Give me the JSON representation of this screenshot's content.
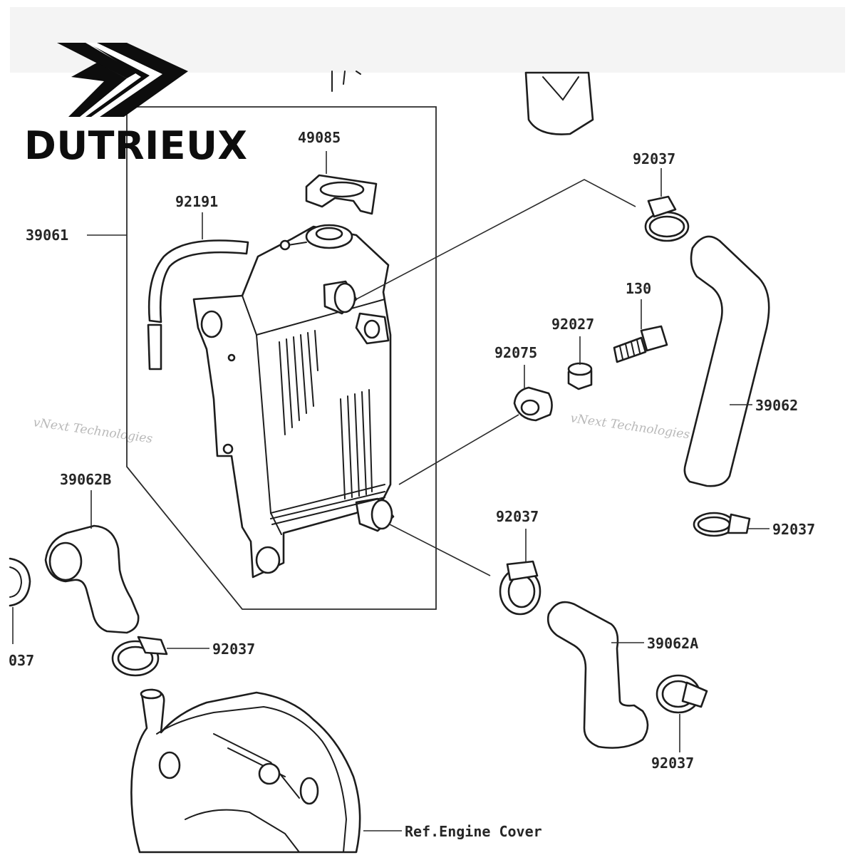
{
  "brand": {
    "name": "DUTRIEUX"
  },
  "watermark": {
    "text": "vNext Technologies"
  },
  "diagram": {
    "labels": {
      "p49085": "49085",
      "p92191": "92191",
      "p39061": "39061",
      "p92037_a": "92037",
      "p130": "130",
      "p92027": "92027",
      "p92075": "92075",
      "p39062": "39062",
      "p39062B": "39062B",
      "p92037_b": "92037",
      "p92037_c": "92037",
      "p037_cut": "037",
      "p92037_d": "92037",
      "p39062A": "39062A",
      "p92037_e": "92037",
      "ref_engine_cover": "Ref.Engine Cover"
    }
  },
  "colors": {
    "line": "#1d1d1d",
    "text": "#262626",
    "watermark": "#b9b9b9",
    "background": "#ffffff"
  }
}
